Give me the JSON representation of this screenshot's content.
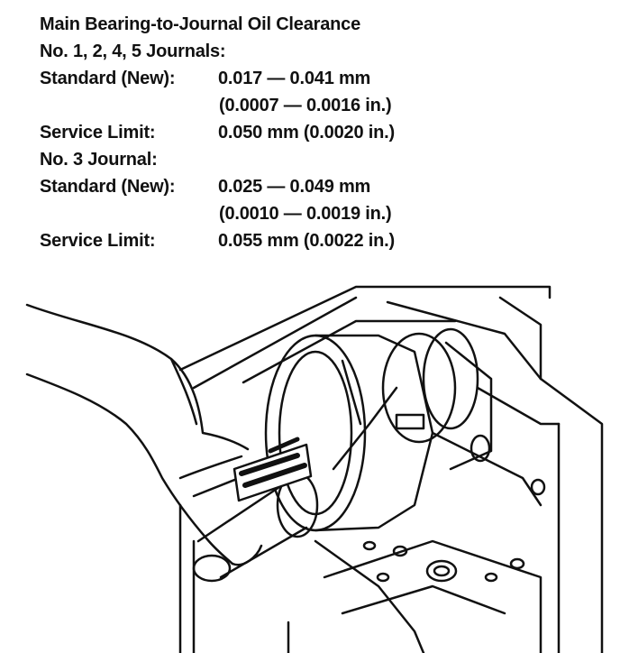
{
  "spec_block": {
    "title": "Main Bearing-to-Journal Oil Clearance",
    "group1": {
      "heading": "No. 1, 2, 4, 5 Journals:",
      "standard_label": "Standard (New):",
      "standard_mm": "0.017 — 0.041 mm",
      "standard_in": "(0.0007 — 0.0016 in.)",
      "limit_label": "Service Limit:",
      "limit_value": "0.050 mm (0.0020 in.)"
    },
    "group2": {
      "heading": "No. 3 Journal:",
      "standard_label": "Standard (New):",
      "standard_mm": "0.025 — 0.049 mm",
      "standard_in": "(0.0010 — 0.0019 in.)",
      "limit_label": "Service Limit:",
      "limit_value": "0.055 mm (0.0022 in.)"
    }
  },
  "illustration": {
    "subject": "hand measuring crankshaft journal with plastigage gauge strip",
    "line_color": "#111111"
  }
}
